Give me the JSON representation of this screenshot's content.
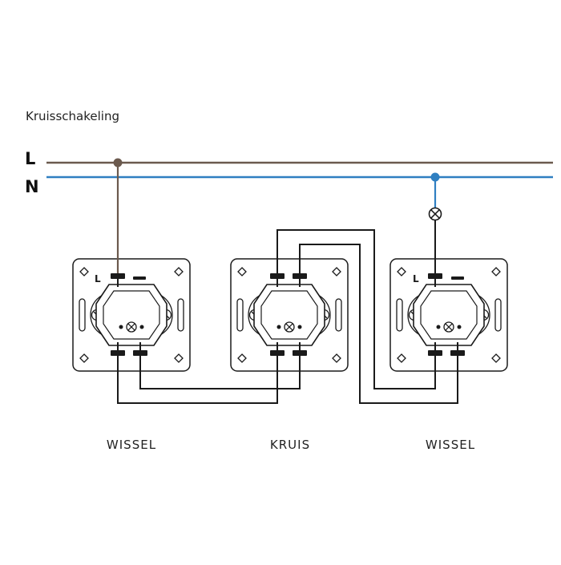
{
  "title": "Kruisschakeling",
  "lines": {
    "L": {
      "label": "L",
      "color": "#6b5a4e"
    },
    "N": {
      "label": "N",
      "color": "#2f7fc1"
    }
  },
  "wire_color": "#1a1a1a",
  "switches": [
    {
      "label": "WISSEL",
      "terminal_label": "L",
      "type": "wissel"
    },
    {
      "label": "KRUIS",
      "terminal_label": "",
      "type": "kruis"
    },
    {
      "label": "WISSEL",
      "terminal_label": "L",
      "type": "wissel"
    }
  ]
}
